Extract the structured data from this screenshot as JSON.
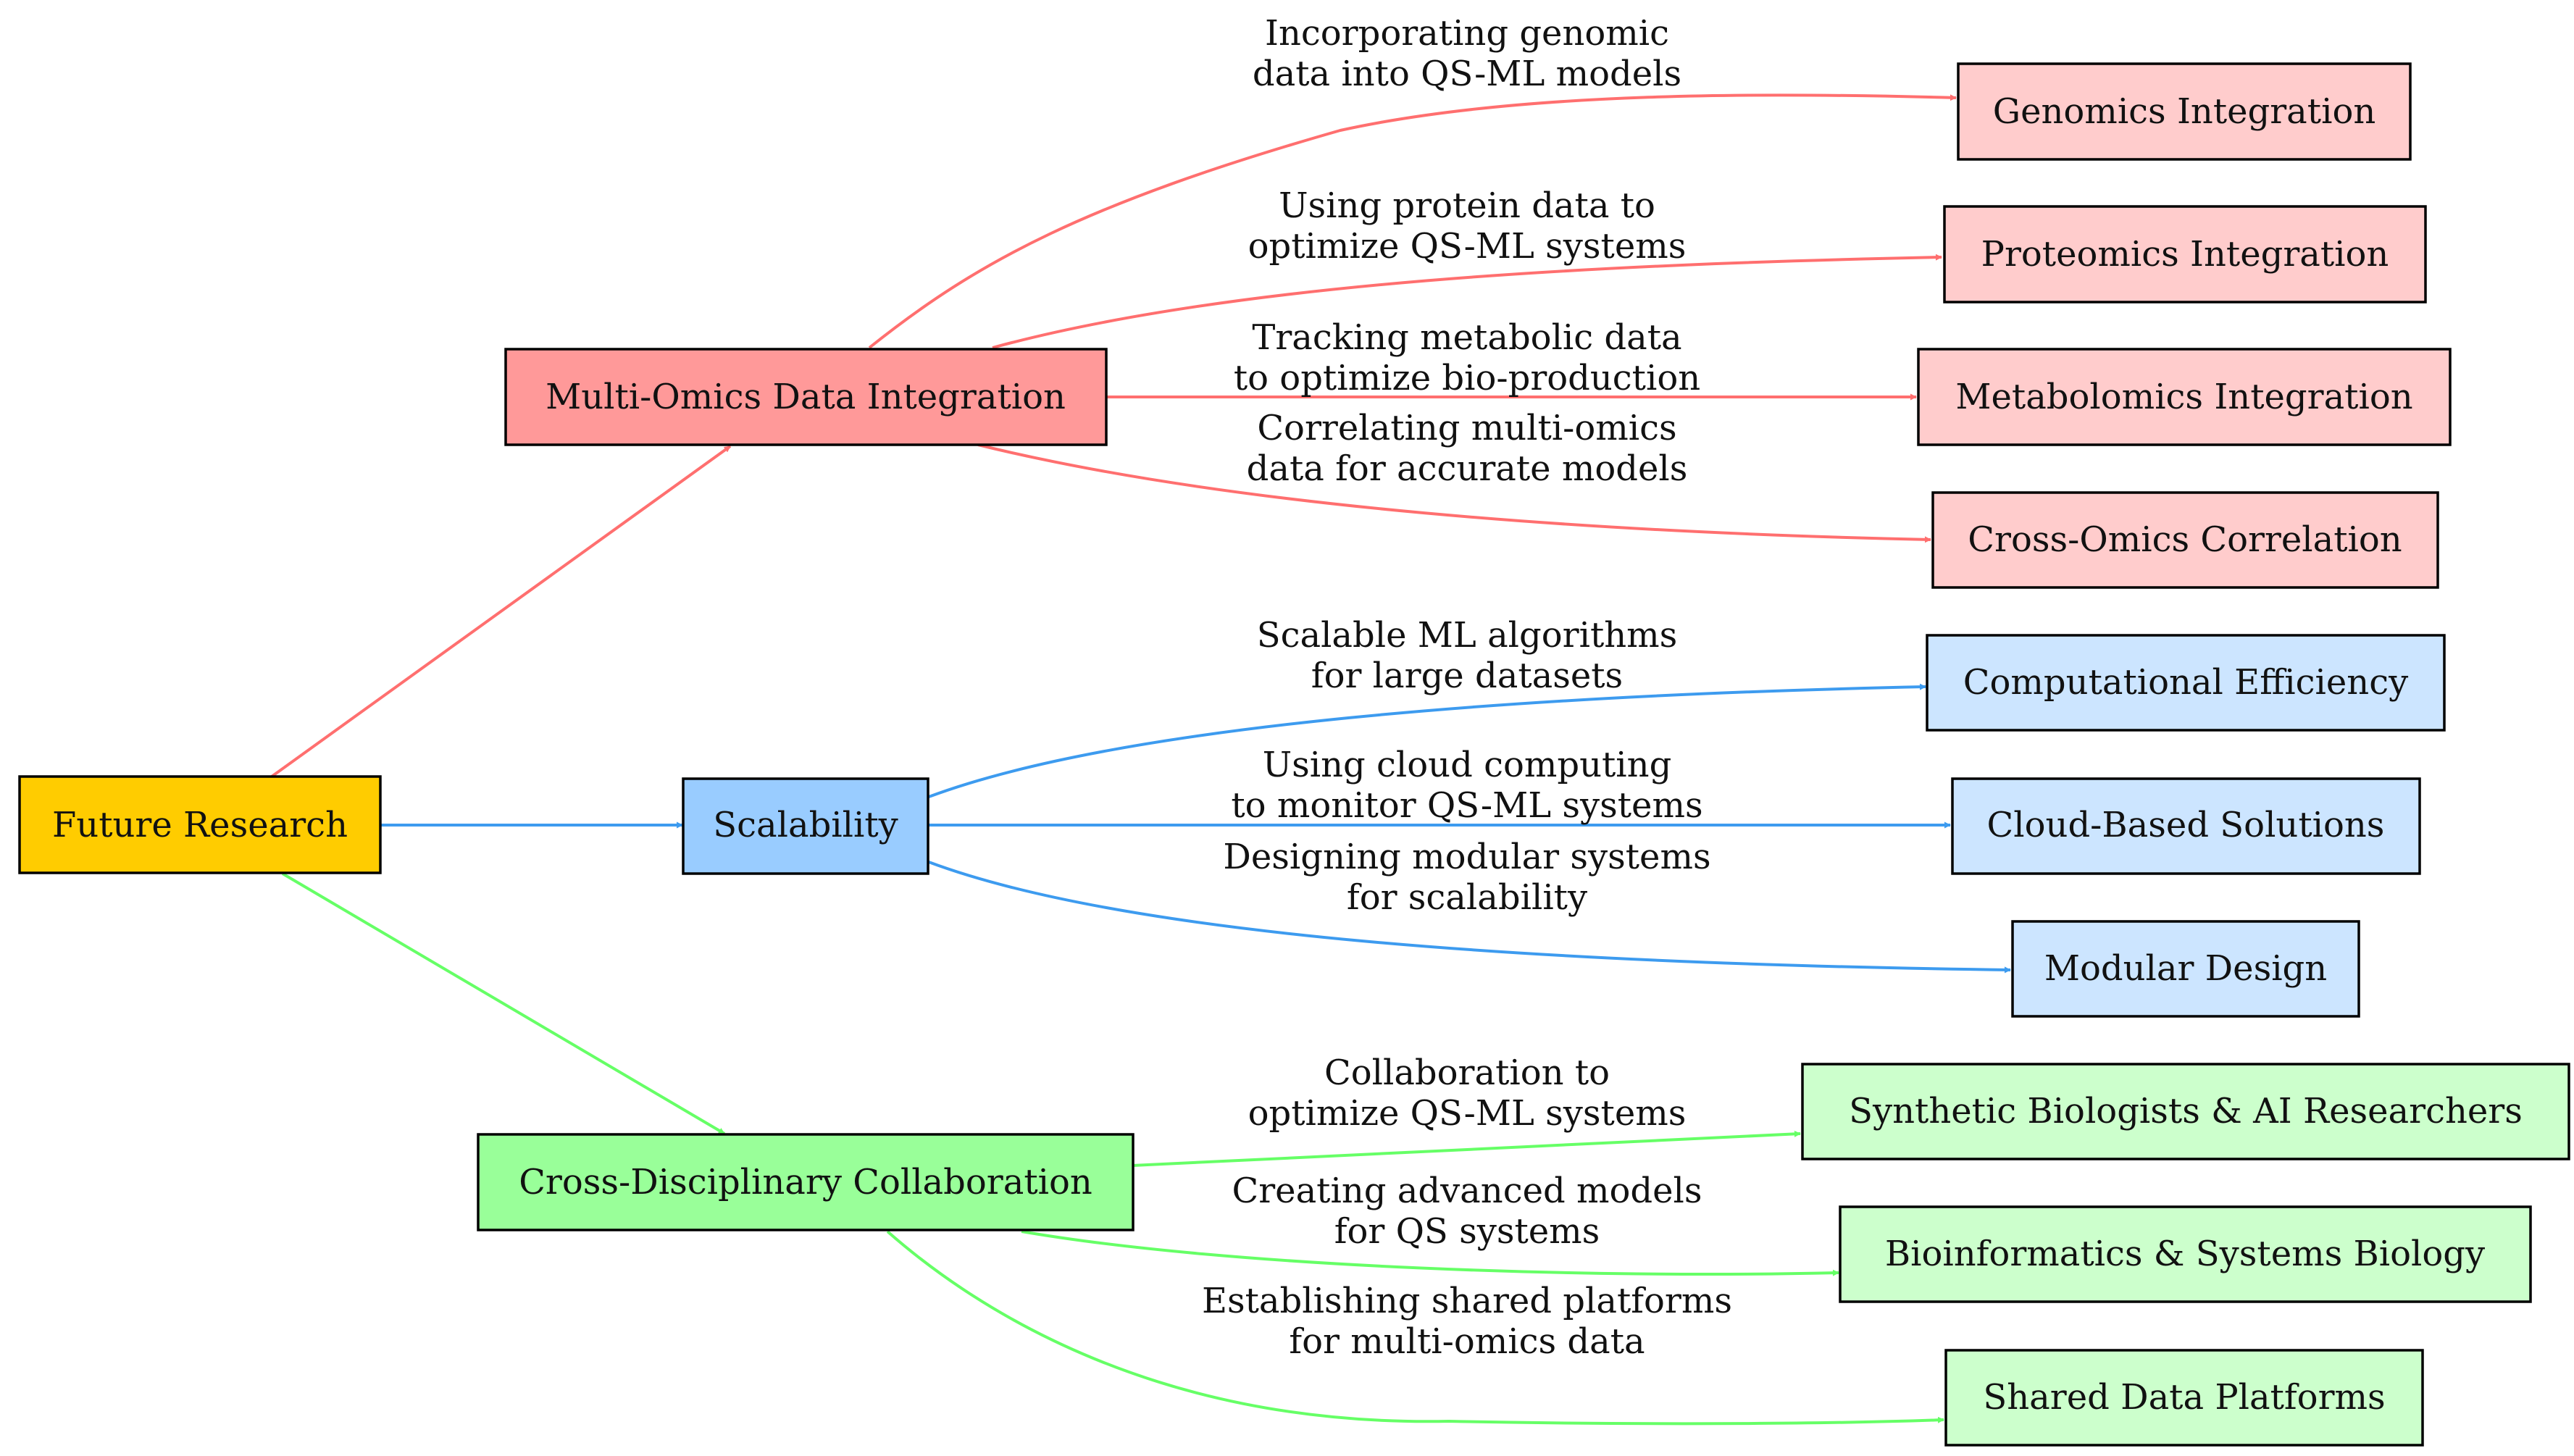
{
  "nodes": {
    "root": {
      "label": "Future Research",
      "fill": "#FFCC00"
    },
    "multiomics": {
      "label": "Multi-Omics Data Integration",
      "fill": "#FF9999"
    },
    "scalability": {
      "label": "Scalability",
      "fill": "#99CCFF"
    },
    "crossdisc": {
      "label": "Cross-Disciplinary Collaboration",
      "fill": "#99FF99"
    },
    "genomics": {
      "label": "Genomics Integration",
      "fill": "#FFCCCC"
    },
    "proteomics": {
      "label": "Proteomics Integration",
      "fill": "#FFCCCC"
    },
    "metabolomics": {
      "label": "Metabolomics Integration",
      "fill": "#FFCCCC"
    },
    "crossomics": {
      "label": "Cross-Omics Correlation",
      "fill": "#FFCCCC"
    },
    "computational": {
      "label": "Computational Efficiency",
      "fill": "#CCE5FF"
    },
    "cloud": {
      "label": "Cloud-Based Solutions",
      "fill": "#CCE5FF"
    },
    "modular": {
      "label": "Modular Design",
      "fill": "#CCE5FF"
    },
    "synbio": {
      "label": "Synthetic Biologists & AI Researchers",
      "fill": "#CCFFCC"
    },
    "bioinfo": {
      "label": "Bioinformatics & Systems Biology",
      "fill": "#CCFFCC"
    },
    "shared": {
      "label": "Shared Data Platforms",
      "fill": "#CCFFCC"
    }
  },
  "edges": {
    "genomics": {
      "line1": "Incorporating genomic",
      "line2": "data into QS-ML models"
    },
    "proteomics": {
      "line1": "Using protein data to",
      "line2": "optimize QS-ML systems"
    },
    "metabolomics": {
      "line1": "Tracking metabolic data",
      "line2": "to optimize bio-production"
    },
    "crossomics": {
      "line1": "Correlating multi-omics",
      "line2": "data for accurate models"
    },
    "computational": {
      "line1": "Scalable ML algorithms",
      "line2": "for large datasets"
    },
    "cloud": {
      "line1": "Using cloud computing",
      "line2": "to monitor QS-ML systems"
    },
    "modular": {
      "line1": "Designing modular systems",
      "line2": "for scalability"
    },
    "synbio": {
      "line1": "Collaboration to",
      "line2": "optimize QS-ML systems"
    },
    "bioinfo": {
      "line1": "Creating advanced models",
      "line2": "for QS systems"
    },
    "shared": {
      "line1": "Establishing shared platforms",
      "line2": "for multi-omics data"
    }
  },
  "colors": {
    "red_edge": "#FF6F6F",
    "blue_edge": "#3D9BEF",
    "green_edge": "#66FF66"
  }
}
